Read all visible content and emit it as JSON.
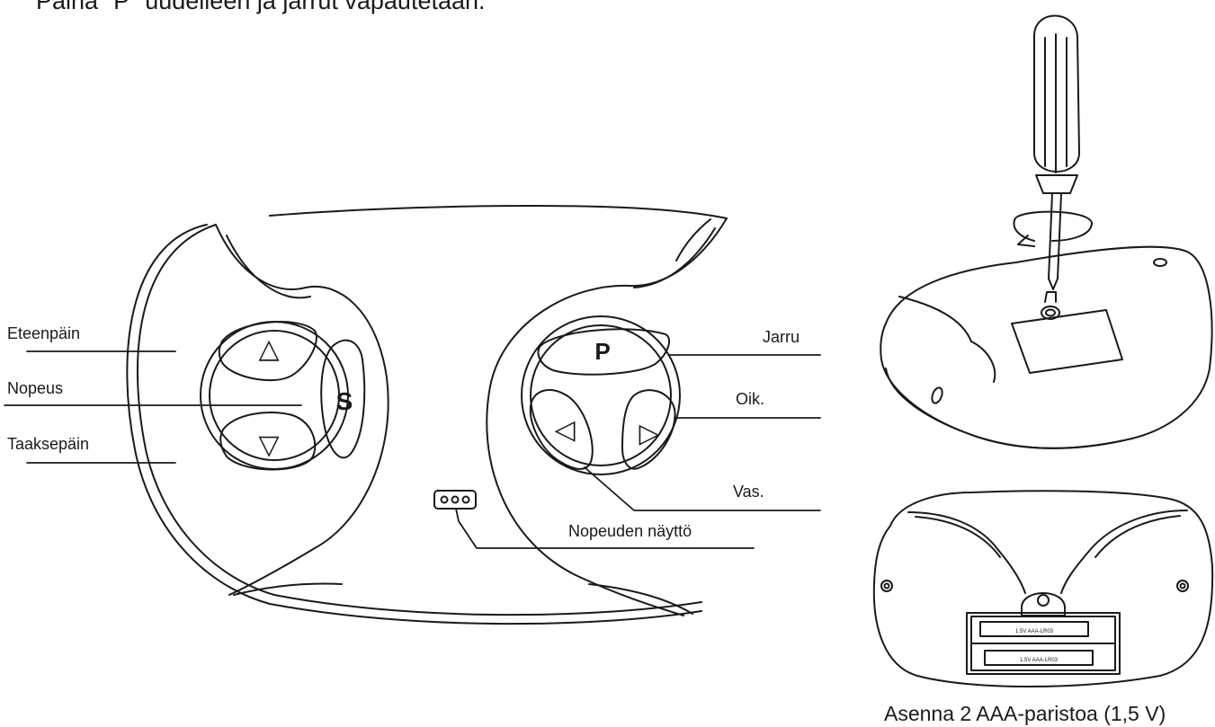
{
  "top_instruction": "Paina \"P\" uudelleen ja jarrut vapautetaan.",
  "left_labels": {
    "forward": "Eteenpäin",
    "speed": "Nopeus",
    "reverse": "Taaksepäin"
  },
  "right_labels": {
    "brake": "Jarru",
    "right": "Oik.",
    "left": "Vas.",
    "speed_display": "Nopeuden näyttö"
  },
  "buttons": {
    "up": "△",
    "down": "▽",
    "s": "S",
    "p": "P",
    "left": "◁",
    "right": "▷"
  },
  "battery_caption": "Asenna 2 AAA-paristoa (1,5 V)",
  "battery_labels": {
    "top": "1.5V AAA-LR03",
    "bottom": "1.5V AAA-LR03"
  },
  "colors": {
    "line": "#1a1a1a",
    "background": "#ffffff"
  }
}
